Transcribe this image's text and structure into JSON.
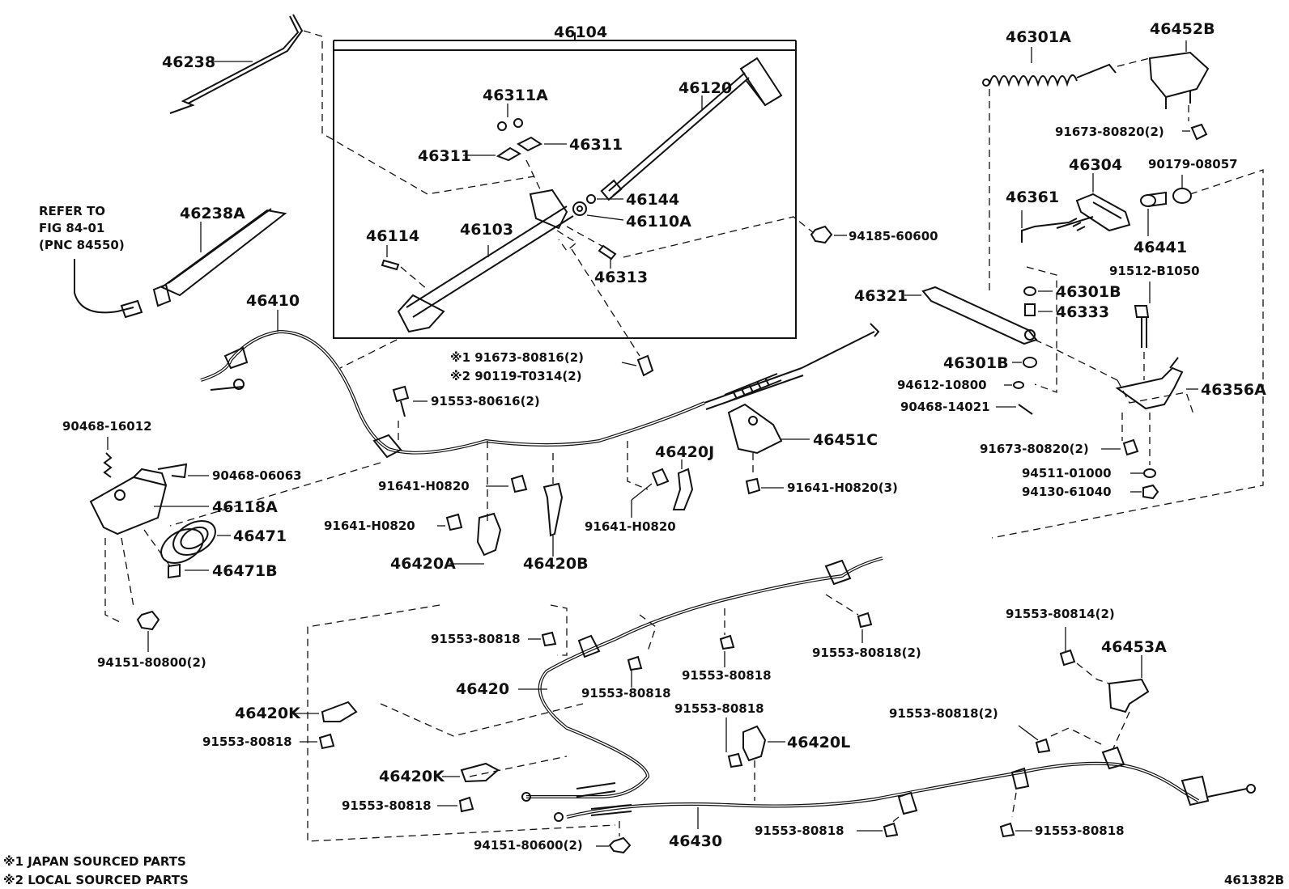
{
  "labels": {
    "p46104": "46104",
    "p46238": "46238",
    "p46311A": "46311A",
    "p46120": "46120",
    "p46311_l": "46311",
    "p46311_r": "46311",
    "p46144": "46144",
    "p46110A": "46110A",
    "p46114": "46114",
    "p46103": "46103",
    "p46313": "46313",
    "p46238A": "46238A",
    "refer1": "REFER TO",
    "refer2": "FIG 84-01",
    "refer3": "(PNC 84550)",
    "p46410": "46410",
    "p94185": "94185-60600",
    "p46301A": "46301A",
    "p46452B": "46452B",
    "p91673_80820_top": "91673-80820(2)",
    "p46304": "46304",
    "p90179": "90179-08057",
    "p46361": "46361",
    "p46441": "46441",
    "p91512": "91512-B1050",
    "p46321": "46321",
    "p46301B_top": "46301B",
    "p46333": "46333",
    "p46301B_bot": "46301B",
    "p94612": "94612-10800",
    "p46356A": "46356A",
    "p90468_14021": "90468-14021",
    "p91673_80820_mid": "91673-80820(2)",
    "p94511": "94511-01000",
    "p94130": "94130-61040",
    "note1_part": "※1 91673-80816(2)",
    "note2_part": "※2 90119-T0314(2)",
    "p91553_80616": "91553-80616(2)",
    "p90468_16012": "90468-16012",
    "p90468_06063": "90468-06063",
    "p46118A": "46118A",
    "p46471": "46471",
    "p46471B": "46471B",
    "p94151_80800": "94151-80800(2)",
    "p46451C": "46451C",
    "p46420J": "46420J",
    "p91641_a": "91641-H0820",
    "p91641_b": "91641-H0820",
    "p91641_c": "91641-H0820",
    "p91641_3": "91641-H0820(3)",
    "p46420A": "46420A",
    "p46420B": "46420B",
    "p91553_80818_a": "91553-80818",
    "p91553_80818_2a": "91553-80818(2)",
    "p91553_80818_b": "91553-80818",
    "p91553_80818_c": "91553-80818",
    "p46420": "46420",
    "p46420K_a": "46420K",
    "p91553_80818_d": "91553-80818",
    "p91553_80818_e": "91553-80818",
    "p46420L": "46420L",
    "p91553_80814": "91553-80814(2)",
    "p46453A": "46453A",
    "p91553_80818_2b": "91553-80818(2)",
    "p46420K_b": "46420K",
    "p91553_80818_f": "91553-80818",
    "p94151_80600": "94151-80600(2)",
    "p46430": "46430",
    "p91553_80818_g": "91553-80818",
    "p91553_80818_h": "91553-80818"
  },
  "footnotes": {
    "note1": "※1 JAPAN SOURCED PARTS",
    "note2": "※2 LOCAL SOURCED PARTS"
  },
  "figure_number": "461382B"
}
